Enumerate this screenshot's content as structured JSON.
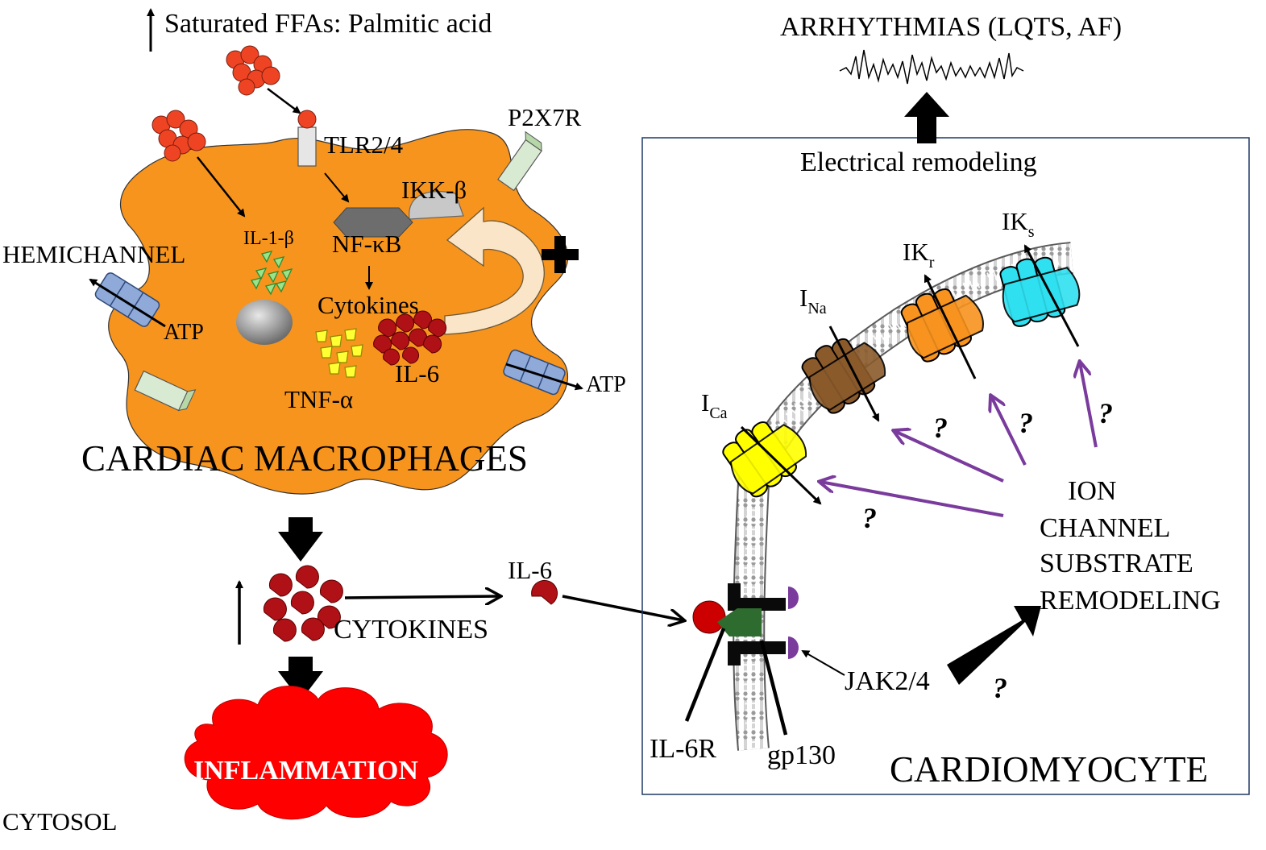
{
  "labels": {
    "ffa": "Saturated FFAs: Palmitic acid",
    "tlr": "TLR2/4",
    "p2x7r": "P2X7R",
    "ikk": "IKK-β",
    "il1b": "IL-1-β",
    "hemichannel": "HEMICHANNEL",
    "nfkb": "NF-κB",
    "cytokines_in": "Cytokines",
    "atp_left": "ATP",
    "atp_right": "ATP",
    "tnfa": "TNF-α",
    "il6_in": "IL-6",
    "macrophages": "CARDIAC MACROPHAGES",
    "cytokines_out": "CYTOKINES",
    "il6_out": "IL-6",
    "inflammation": "INFLAMMATION",
    "cytosol": "CYTOSOL",
    "arrhythmias": "ARRHYTHMIAS (LQTS, AF)",
    "electrical": "Electrical remodeling",
    "iks_main": "IK",
    "iks_sub": "s",
    "ikr_main": "IK",
    "ikr_sub": "r",
    "ina_main": "I",
    "ina_sub": "Na",
    "ica_main": "I",
    "ica_sub": "Ca",
    "ion1": "ION",
    "ion2": "CHANNEL",
    "ion3": "SUBSTRATE",
    "ion4": "REMODELING",
    "q": "?",
    "jak": "JAK2/4",
    "il6r": "IL-6R",
    "gp130": "gp130",
    "cardiomyocyte": "CARDIOMYOCYTE"
  },
  "colors": {
    "cell": "#f7941d",
    "fa_particle": "#ef4423",
    "cytokine": "#b01116",
    "arrow_purple": "#7a3b9d",
    "ica": "#ffff00",
    "ina": "#8b5a2b",
    "ikr": "#f7931e",
    "iks": "#2fe0f0",
    "inflammation": "#ff0000",
    "box_border": "#1f3864"
  }
}
